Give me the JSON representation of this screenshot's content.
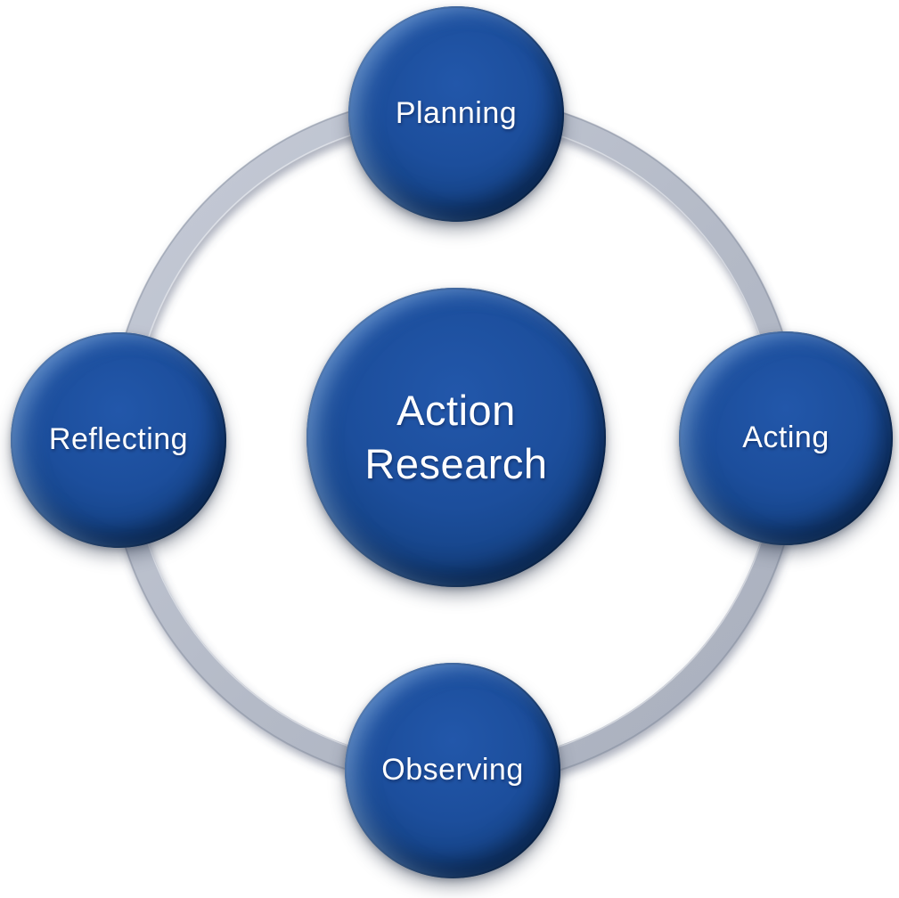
{
  "diagram": {
    "type": "cycle",
    "center": {
      "label": "Action Research"
    },
    "nodes": [
      {
        "label": "Planning",
        "position": "top"
      },
      {
        "label": "Acting",
        "position": "right"
      },
      {
        "label": "Observing",
        "position": "bottom"
      },
      {
        "label": "Reflecting",
        "position": "left"
      }
    ],
    "colors": {
      "node_fill": "#1c4e9c",
      "node_fill_dark": "#123a6b",
      "node_rim": "#0a2747",
      "node_highlight": "#82acE0",
      "ring": "#b5bac8",
      "ring_light": "#c6cbd7",
      "ring_dark": "#a9afbd",
      "label_text": "#ffffff",
      "background": "#ffffff"
    }
  }
}
